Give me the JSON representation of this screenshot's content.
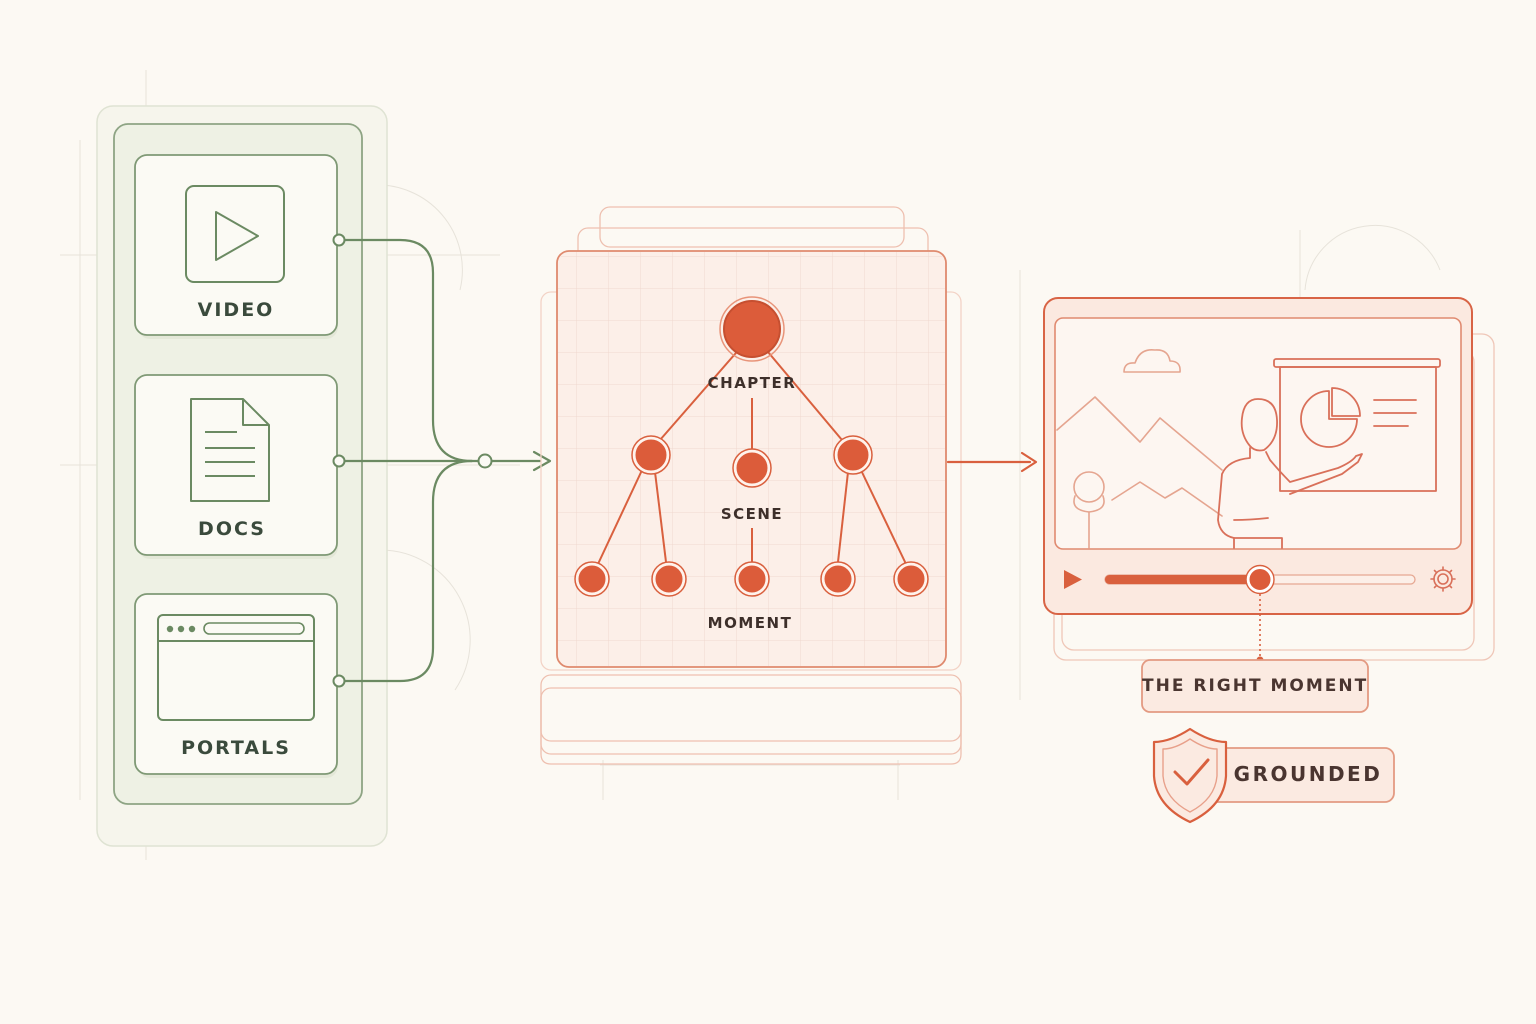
{
  "sources": {
    "video": "VIDEO",
    "docs": "DOCS",
    "portals": "PORTALS"
  },
  "hierarchy": {
    "chapter": "CHAPTER",
    "scene": "SCENE",
    "moment": "MOMENT"
  },
  "player": {
    "progress": 0.5
  },
  "badges": {
    "right_moment": "THE RIGHT MOMENT",
    "grounded": "GROUNDED"
  },
  "colors": {
    "green": "#6b8a62",
    "accent": "#d9603e",
    "background": "#fcf9f3"
  }
}
